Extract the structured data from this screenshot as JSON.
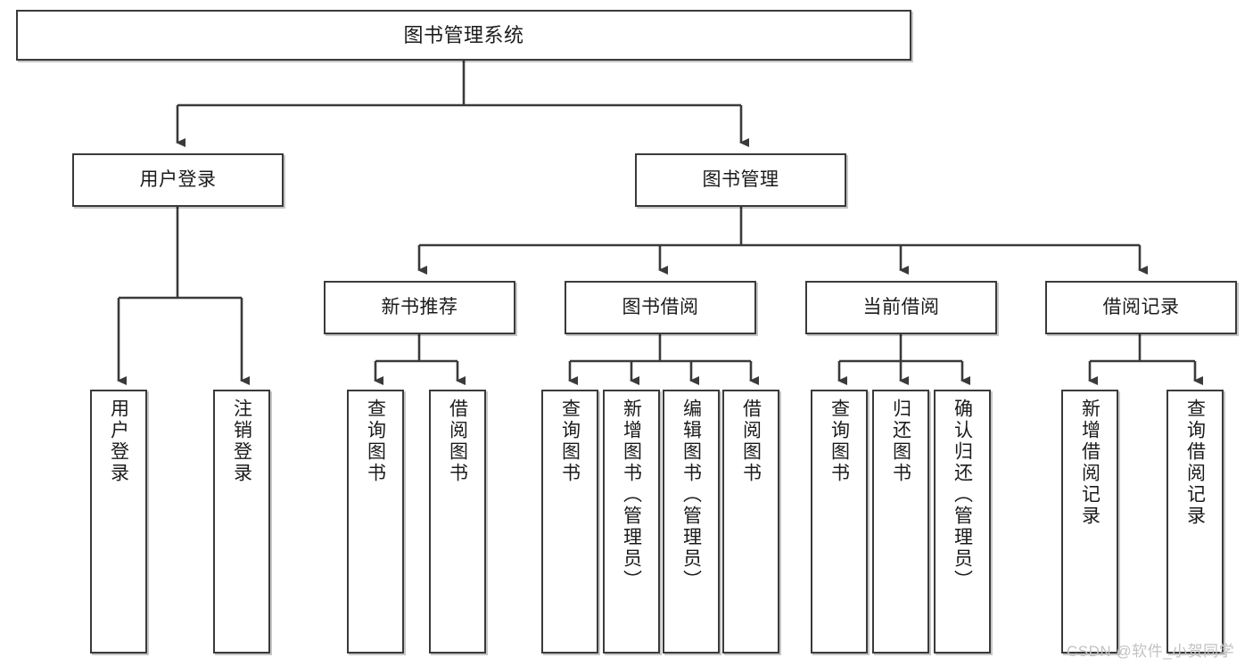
{
  "diagram": {
    "title": "图书管理系统",
    "type": "tree-hierarchy-diagram",
    "colors": {
      "box_border": "#3a3a3a",
      "box_fill": "#ffffff",
      "line": "#3a3a3a",
      "text": "#1b1b1b",
      "watermark": "#c2c2c2"
    },
    "nodes": {
      "root": {
        "label": "图书管理系统"
      },
      "level1": [
        {
          "id": "user-login",
          "label": "用户登录"
        },
        {
          "id": "book-management",
          "label": "图书管理"
        }
      ],
      "level2": [
        {
          "id": "new-book-recommend",
          "label": "新书推荐"
        },
        {
          "id": "book-borrow",
          "label": "图书借阅"
        },
        {
          "id": "current-borrow",
          "label": "当前借阅"
        },
        {
          "id": "borrow-record",
          "label": "借阅记录"
        }
      ],
      "leaves": {
        "user-login": [
          {
            "id": "leaf-user-login",
            "label": "用户登录"
          },
          {
            "id": "leaf-logout",
            "label": "注销登录"
          }
        ],
        "new-book-recommend": [
          {
            "id": "leaf-query-book-1",
            "label": "查询图书"
          },
          {
            "id": "leaf-borrow-book-1",
            "label": "借阅图书"
          }
        ],
        "book-borrow": [
          {
            "id": "leaf-query-book-2",
            "label": "查询图书"
          },
          {
            "id": "leaf-add-book",
            "label": "新增图书（管理员）"
          },
          {
            "id": "leaf-edit-book",
            "label": "编辑图书（管理员）"
          },
          {
            "id": "leaf-borrow-book-2",
            "label": "借阅图书"
          }
        ],
        "current-borrow": [
          {
            "id": "leaf-query-book-3",
            "label": "查询图书"
          },
          {
            "id": "leaf-return-book",
            "label": "归还图书"
          },
          {
            "id": "leaf-confirm-return",
            "label": "确认归还（管理员）"
          }
        ],
        "borrow-record": [
          {
            "id": "leaf-add-record",
            "label": "新增借阅记录"
          },
          {
            "id": "leaf-query-record",
            "label": "查询借阅记录"
          }
        ]
      }
    },
    "watermark": "CSDN @软件_小贺同学"
  }
}
